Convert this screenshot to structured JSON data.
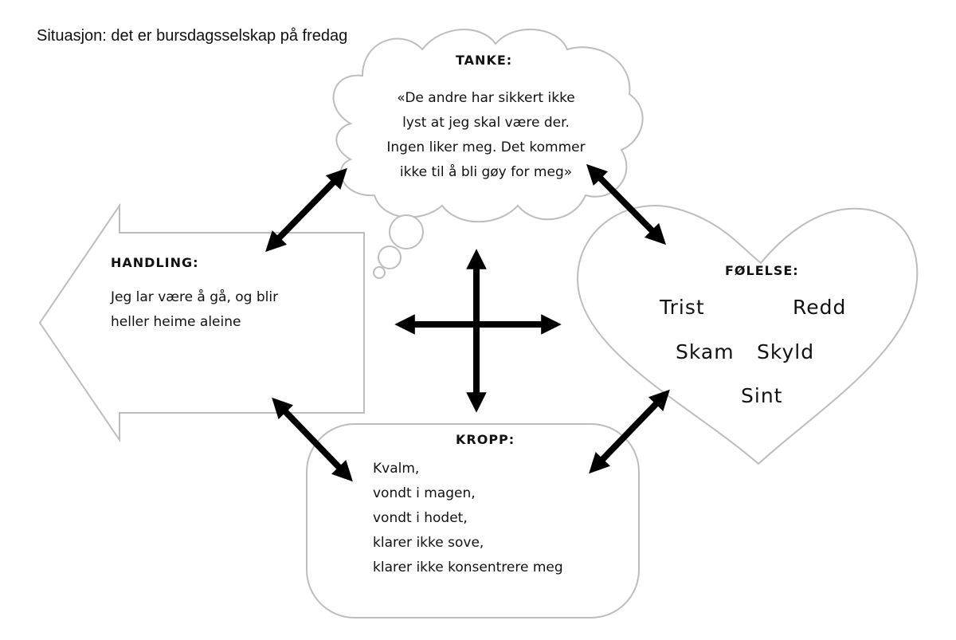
{
  "situation": "Situasjon: det er bursdagsselskap på fredag",
  "thought": {
    "heading": "TANKE:",
    "lines": [
      "«De andre har sikkert ikke",
      "lyst at jeg skal være der.",
      "Ingen liker meg. Det kommer",
      "ikke til å bli gøy for meg»"
    ]
  },
  "action": {
    "heading": "HANDLING:",
    "lines": [
      "Jeg lar være å gå, og blir",
      "heller heime aleine"
    ]
  },
  "feeling": {
    "heading": "FØLELSE:",
    "emotions": [
      "Trist",
      "Redd",
      "Skam",
      "Skyld",
      "Sint"
    ]
  },
  "body": {
    "heading": "KROPP:",
    "lines": [
      "Kvalm,",
      "vondt i magen,",
      "vondt i hodet,",
      "klarer ikke sove,",
      "klarer ikke konsentrere meg"
    ]
  }
}
